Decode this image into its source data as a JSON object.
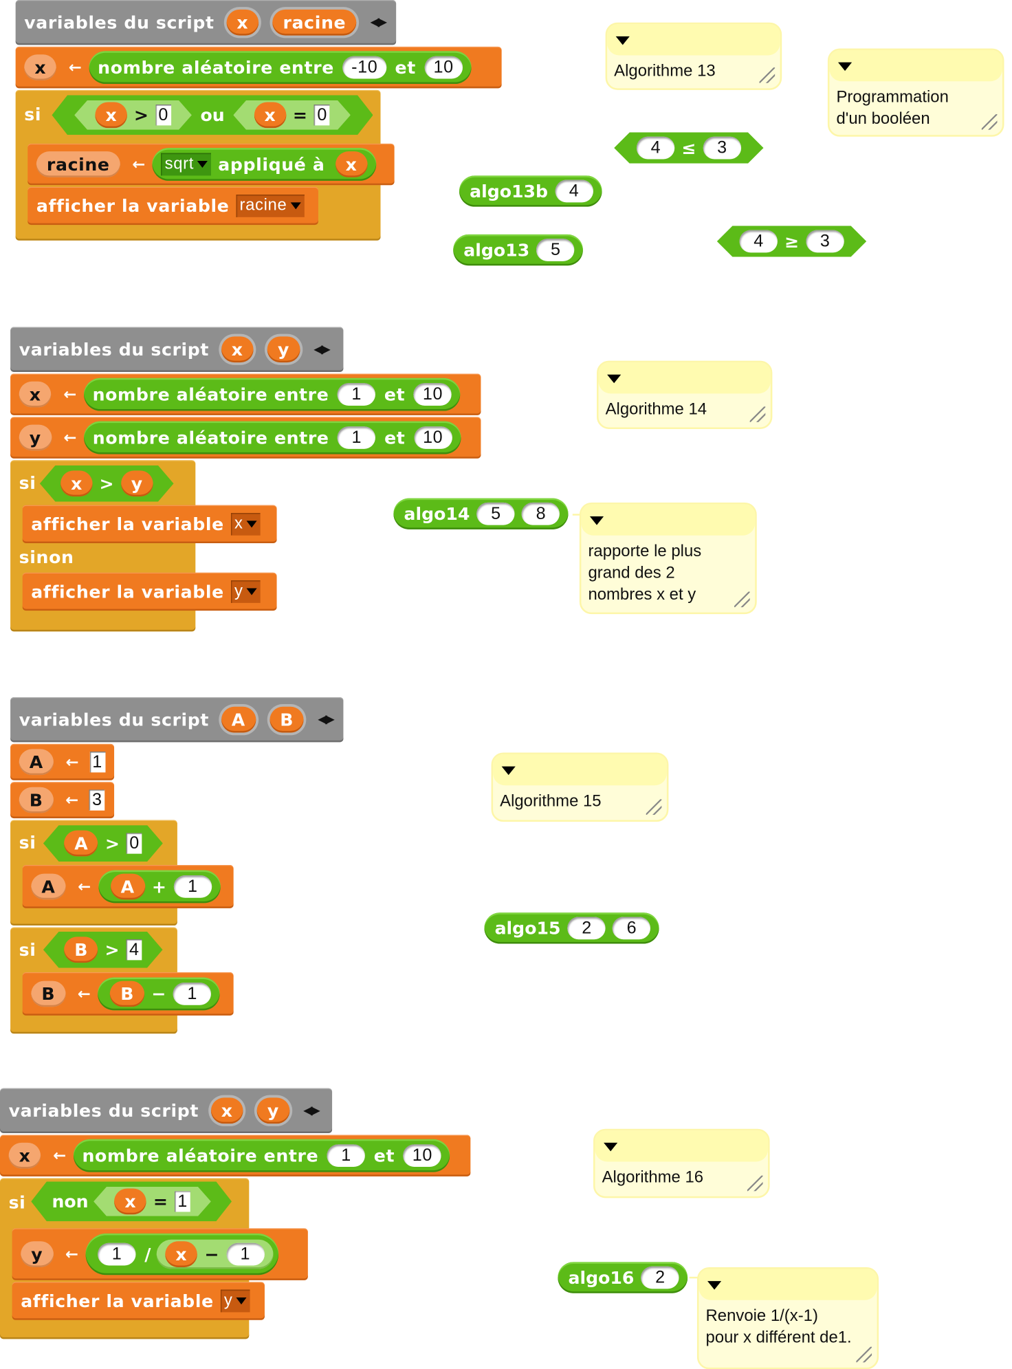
{
  "labels": {
    "script_vars": "variables du script",
    "arrow": "←",
    "random": "nombre aléatoire entre",
    "and": "et",
    "if": "si",
    "else": "sinon",
    "or": "ou",
    "not": "non",
    "applied_to": "appliqué à",
    "show_var": "afficher la variable",
    "toggle": "◀▶"
  },
  "scripts": [
    {
      "vars": [
        "x",
        "racine"
      ],
      "set_x": {
        "var": "x",
        "min": "-10",
        "max": "10"
      },
      "if_cond": {
        "left": {
          "var": "x",
          "op": ">",
          "val": "0"
        },
        "join": "ou",
        "right": {
          "var": "x",
          "op": "=",
          "val": "0"
        }
      },
      "set_racine": {
        "var": "racine",
        "func": "sqrt",
        "arg": "x"
      },
      "show": {
        "var": "racine"
      }
    },
    {
      "vars": [
        "x",
        "y"
      ],
      "set_x": {
        "var": "x",
        "min": "1",
        "max": "10"
      },
      "set_y": {
        "var": "y",
        "min": "1",
        "max": "10"
      },
      "if_cond": {
        "left": "x",
        "op": ">",
        "right": "y"
      },
      "then_show": "x",
      "else_show": "y"
    },
    {
      "vars": [
        "A",
        "B"
      ],
      "set_a": {
        "var": "A",
        "val": "1"
      },
      "set_b": {
        "var": "B",
        "val": "3"
      },
      "if1": {
        "var": "A",
        "op": ">",
        "val": "0",
        "body": {
          "var": "A",
          "expr_var": "A",
          "expr_op": "+",
          "expr_val": "1"
        }
      },
      "if2": {
        "var": "B",
        "op": ">",
        "val": "4",
        "body": {
          "var": "B",
          "expr_var": "B",
          "expr_op": "−",
          "expr_val": "1"
        }
      }
    },
    {
      "vars": [
        "x",
        "y"
      ],
      "set_x": {
        "var": "x",
        "min": "1",
        "max": "10"
      },
      "if_cond": {
        "not": "non",
        "var": "x",
        "op": "=",
        "val": "1"
      },
      "set_y": {
        "var": "y",
        "num": "1",
        "div": "/",
        "sub_var": "x",
        "sub_op": "−",
        "sub_val": "1"
      },
      "show": {
        "var": "y"
      }
    }
  ],
  "comments": {
    "algo13": "Algorithme 13",
    "bool": "Programmation\nd'un booléen",
    "algo14": "Algorithme 14",
    "algo14_desc": "rapporte le plus\ngrand des 2\nnombres x et y",
    "algo15": "Algorithme 15",
    "algo16": "Algorithme 16",
    "algo16_desc": "Renvoie 1/(x-1)\npour x différent de1."
  },
  "reporters": {
    "le": {
      "a": "4",
      "op": "≤",
      "b": "3"
    },
    "ge": {
      "a": "4",
      "op": "≥",
      "b": "3"
    },
    "algo13b": {
      "name": "algo13b",
      "args": [
        "4"
      ]
    },
    "algo13": {
      "name": "algo13",
      "args": [
        "5"
      ]
    },
    "algo14": {
      "name": "algo14",
      "args": [
        "5",
        "8"
      ]
    },
    "algo15": {
      "name": "algo15",
      "args": [
        "2",
        "6"
      ]
    },
    "algo16": {
      "name": "algo16",
      "args": [
        "2"
      ]
    }
  },
  "colors": {
    "control": "#e3a628",
    "variables": "#f07a20",
    "operators": "#5cbb18",
    "other": "#8f8f8f",
    "comment": "#fffdd8"
  }
}
